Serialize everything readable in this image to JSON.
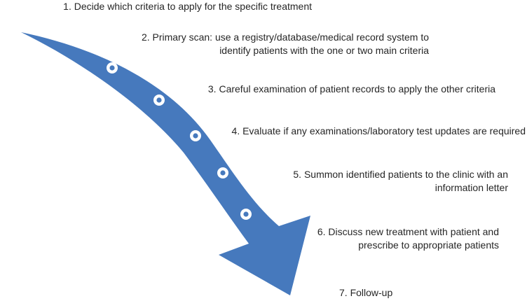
{
  "diagram": {
    "colors": {
      "arrow_fill": "#4679bd",
      "dot_ring": "#ffffff",
      "dot_center": "#4679bd",
      "text": "#262626"
    },
    "steps": [
      {
        "line1": "1. Decide which criteria to apply for the specific treatment",
        "line2": ""
      },
      {
        "line1": "2. Primary scan: use a registry/database/medical record system to",
        "line2": "identify patients with the one or two main criteria"
      },
      {
        "line1": "3. Careful examination of patient records to apply the other criteria",
        "line2": ""
      },
      {
        "line1": "4. Evaluate if any examinations/laboratory test updates are required",
        "line2": ""
      },
      {
        "line1": "5. Summon identified patients to the clinic with an",
        "line2": "information letter"
      },
      {
        "line1": "6. Discuss new treatment with patient and",
        "line2": "prescribe to appropriate patients"
      },
      {
        "line1": "7. Follow-up",
        "line2": ""
      }
    ]
  }
}
